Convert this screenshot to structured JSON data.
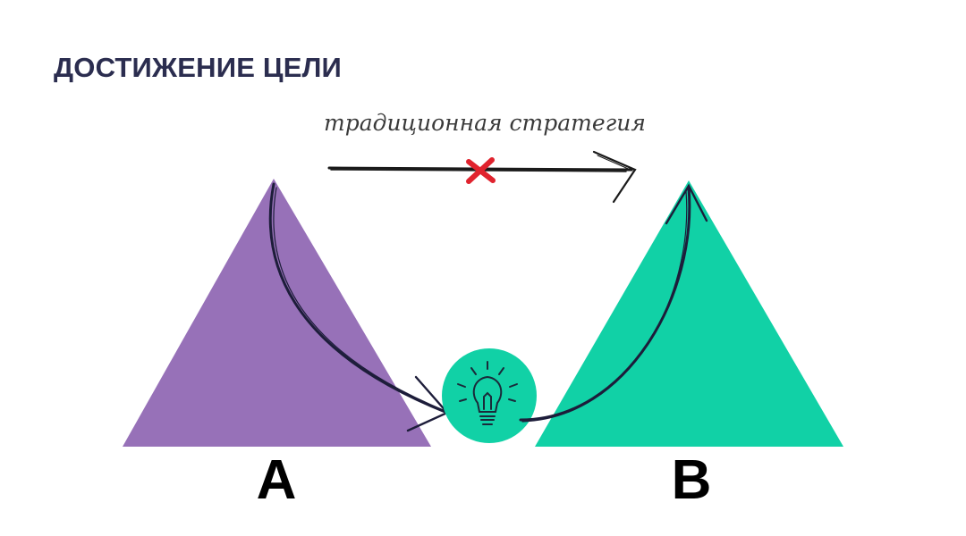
{
  "title": "ДОСТИЖЕНИЕ ЦЕЛИ",
  "traditional_strategy_label": "традиционная стратегия",
  "points": {
    "start": "A",
    "goal": "B"
  },
  "icons": {
    "blocked": "cross-icon",
    "idea": "lightbulb-icon"
  },
  "colors": {
    "title": "#2b2d4f",
    "triangle_a": "#9771b8",
    "triangle_b": "#11d1a6",
    "idea_circle": "#11d1a6",
    "path": "#1d1d3a",
    "straight_arrow": "#1a1a1a",
    "cross": "#e0232e",
    "labels": "#000000"
  }
}
